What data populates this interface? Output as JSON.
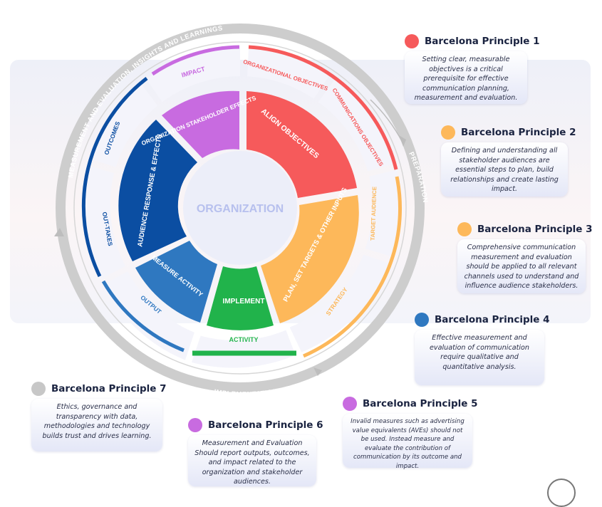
{
  "center": "ORGANIZATION",
  "outer_ring": {
    "top_label": "MEASUREMENT AND EVALUATION, INSIGHTS AND LEARNINGS",
    "right_label": "PREPARATION",
    "bottom_label": "IMPLEMENTATION"
  },
  "segments": {
    "align_objectives": "ALIGN OBJECTIVES",
    "organizational_objectives": "ORGANIZATIONAL OBJECTIVES",
    "communications_objectives": "COMMUNICATIONS OBJECTIVES",
    "plan": "PLAN, SET TARGETS & OTHER INPUTS",
    "target_audience": "TARGET AUDIENCE",
    "strategy": "STRATEGY",
    "implement": "IMPLEMENT",
    "activity": "ACTIVITY",
    "measure_activity": "MEASURE ACTIVITY",
    "output": "OUTPUT",
    "audience_response": "AUDIENCE RESPONSE & EFFECTS",
    "outcomes": "OUTCOMES",
    "out_takes": "OUT-TAKES",
    "org_stakeholder_effects": "ORGANIZATION STAKEHOLDER EFFECTS",
    "impact": "IMPACT"
  },
  "colors": {
    "red": "#f65a5b",
    "yellow": "#fdb85a",
    "green": "#21b34b",
    "mid_blue": "#2f78c0",
    "dark_blue": "#0b4ea2",
    "purple": "#c86be0",
    "grey": "#c7c7c7"
  },
  "principles": [
    {
      "title": "Barcelona Principle 1",
      "color": "#f65a5b",
      "text": "Setting clear, measurable objectives is a critical prerequisite for effective communication planning, measurement and evaluation."
    },
    {
      "title": "Barcelona Principle 2",
      "color": "#fdb85a",
      "text": "Defining and understanding all stakeholder audiences are essential steps to plan, build relationships and create lasting impact."
    },
    {
      "title": "Barcelona Principle 3",
      "color": "#fdb85a",
      "text": "Comprehensive communication measurement and evaluation should be applied to all relevant channels used to understand and influence audience stakeholders."
    },
    {
      "title": "Barcelona Principle 4",
      "color": "#2f78c0",
      "text": "Effective measurement and evaluation of communication require qualitative and quantitative analysis."
    },
    {
      "title": "Barcelona Principle 5",
      "color": "#c86be0",
      "text": "Invalid measures such as advertising value equivalents (AVEs) should not be used. Instead measure and evaluate the contribution of communication by its outcome and impact."
    },
    {
      "title": "Barcelona Principle 6",
      "color": "#c86be0",
      "text": "Measurement and Evaluation Should report outputs, outcomes, and impact related to the organization and stakeholder audiences."
    },
    {
      "title": "Barcelona Principle 7",
      "color": "#c7c7c7",
      "text": "Ethics, governance and transparency with data, methodologies and technology builds trust and drives learning."
    }
  ]
}
